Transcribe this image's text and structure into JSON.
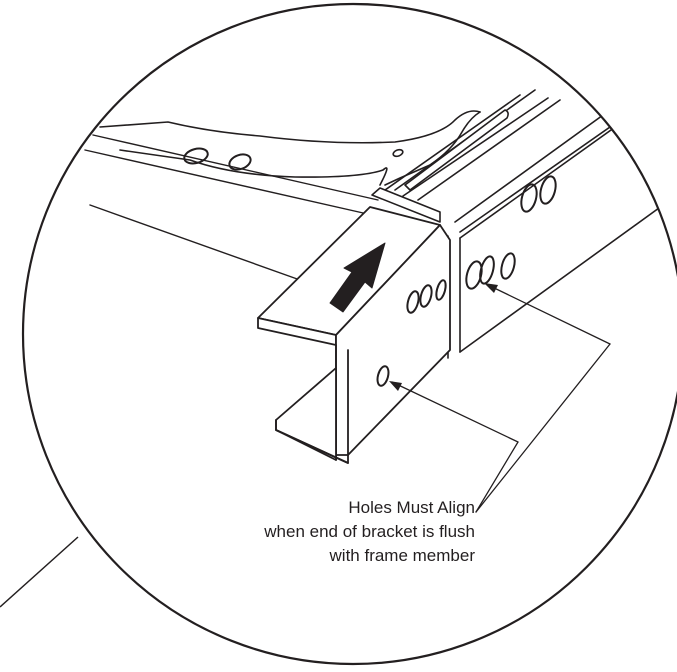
{
  "callout": {
    "line1": "Holes Must Align",
    "line2": "when end of bracket is flush",
    "line3": "with frame member"
  },
  "colors": {
    "stroke": "#231f20",
    "fill": "#ffffff",
    "arrow": "#231f20"
  }
}
